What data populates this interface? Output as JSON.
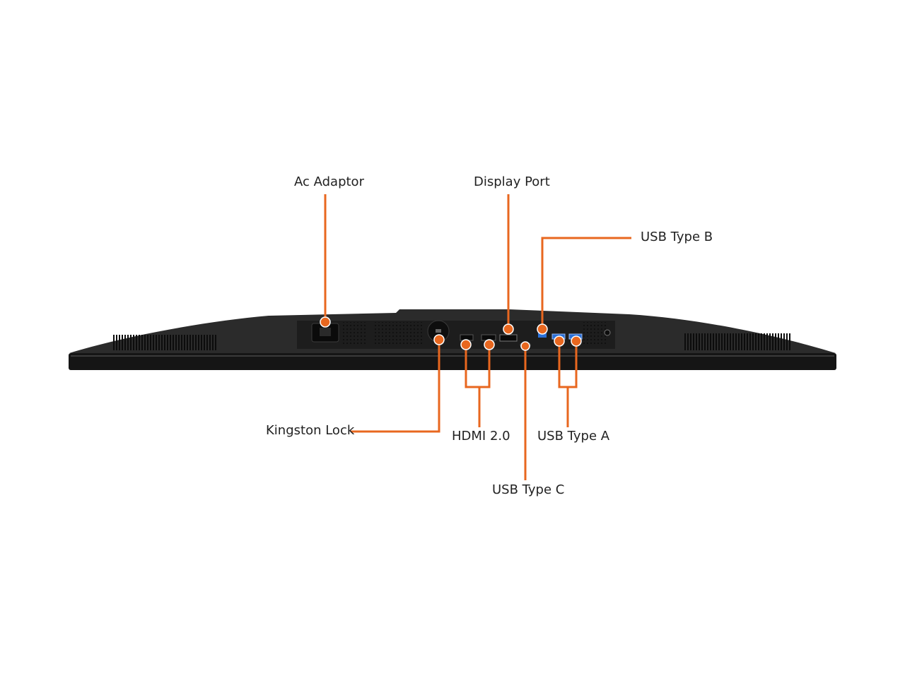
{
  "colors": {
    "callout": "#e8671f",
    "bezel": "#1b1b1b",
    "panel": "#232323",
    "port_blue": "#2a6fd6",
    "text": "#222222"
  },
  "labels": {
    "ac_adaptor": "Ac Adaptor",
    "display_port": "Display Port",
    "usb_type_b": "USB Type B",
    "kingston_lock": "Kingston Lock",
    "hdmi": "HDMI 2.0",
    "usb_type_a": "USB Type A",
    "usb_type_c": "USB Type C"
  }
}
